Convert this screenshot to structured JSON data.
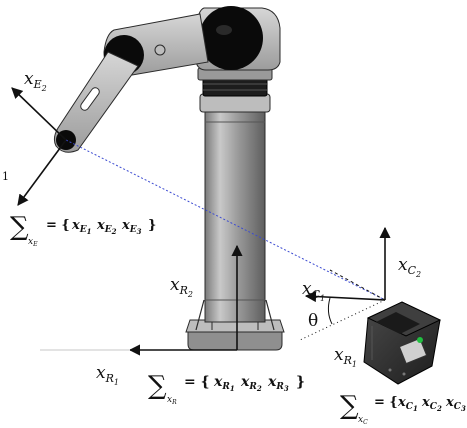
{
  "diagram": {
    "labels": {
      "x_e2": {
        "base": "x",
        "sub": "E",
        "subsub": "2"
      },
      "x_e1_partial": {
        "text": "1"
      },
      "x_r2": {
        "base": "x",
        "sub": "R",
        "subsub": "2"
      },
      "x_c2": {
        "base": "x",
        "sub": "C",
        "subsub": "2"
      },
      "x_c1": {
        "base": "x",
        "sub": "C",
        "subsub": "1"
      },
      "x_r1_left": {
        "base": "x",
        "sub": "R",
        "subsub": "1"
      },
      "x_r1_right": {
        "base": "x",
        "sub": "R",
        "subsub": "1"
      },
      "theta": "θ"
    },
    "frames": {
      "e": {
        "sigma": "∑",
        "sub": "x",
        "subsub": "E",
        "eq": "= {",
        "terms": [
          {
            "base": "x",
            "sub": "E",
            "subsub": "1"
          },
          {
            "base": "x",
            "sub": "E",
            "subsub": "2"
          },
          {
            "base": "x",
            "sub": "E",
            "subsub": "3"
          }
        ],
        "close": "}"
      },
      "r": {
        "sigma": "∑",
        "sub": "x",
        "subsub": "R",
        "eq": "= {",
        "terms": [
          {
            "base": "x",
            "sub": "R",
            "subsub": "1"
          },
          {
            "base": "x",
            "sub": "R",
            "subsub": "2"
          },
          {
            "base": "x",
            "sub": "R",
            "subsub": "3"
          }
        ],
        "close": "}"
      },
      "c": {
        "sigma": "∑",
        "sub": "x",
        "subsub": "C",
        "eq": "= {",
        "terms": [
          {
            "base": "x",
            "sub": "C",
            "subsub": "1"
          },
          {
            "base": "x",
            "sub": "C",
            "subsub": "2"
          },
          {
            "base": "x",
            "sub": "C",
            "subsub": "3"
          }
        ],
        "close": ""
      }
    },
    "colors": {
      "robot_body": "#9e9e9e",
      "robot_dark": "#3a3a3a",
      "robot_light": "#d9d9d9",
      "joint_black": "#0a0a0a",
      "axis": "#111111",
      "sightline": "#3c4bd1",
      "camera_body": "#2e2e2e",
      "camera_light": "#bdbdbd",
      "led": "#20c040"
    }
  }
}
